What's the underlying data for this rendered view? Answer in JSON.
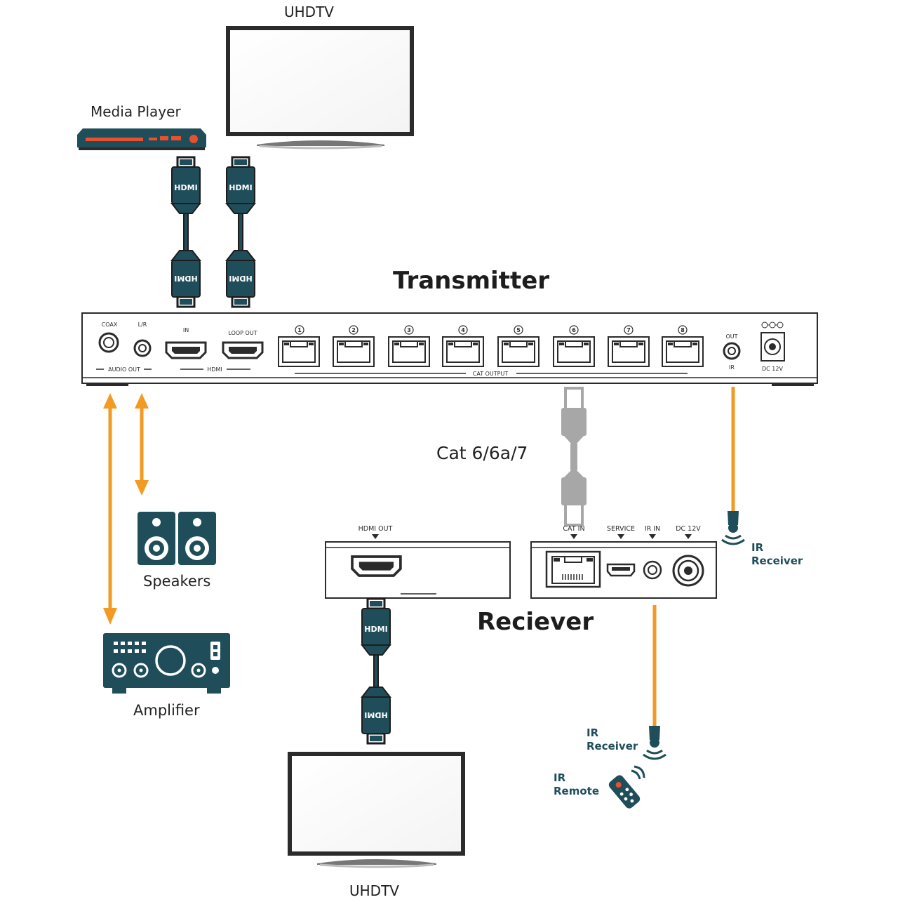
{
  "labels": {
    "tv_top": "UHDTV",
    "tv_bottom": "UHDTV",
    "media_player": "Media Player",
    "transmitter": "Transmitter",
    "receiver": "Reciever",
    "cat_cable": "Cat 6/6a/7",
    "speakers": "Speakers",
    "amplifier": "Amplifier",
    "ir_receiver_tx": [
      "IR",
      "Receiver"
    ],
    "ir_receiver_rx": [
      "IR",
      "Receiver"
    ],
    "ir_remote": [
      "IR",
      "Remote"
    ]
  },
  "cable_labels": {
    "hdmi": "HDMI"
  },
  "transmitter_panel": {
    "coax": "COAX",
    "lr": "L/R",
    "audio_out": "AUDIO OUT",
    "hdmi_in": "IN",
    "hdmi_loop_out": "LOOP OUT",
    "hdmi": "HDMI",
    "cat_output": "CAT OUTPUT",
    "ports": [
      "1",
      "2",
      "3",
      "4",
      "5",
      "6",
      "7",
      "8"
    ],
    "ir_out": "OUT",
    "ir": "IR",
    "dc": "DC 12V"
  },
  "receiver_panel": {
    "hdmi_out": "HDMI OUT",
    "cat_in": "CAT IN",
    "service": "SERVICE",
    "ir_in": "IR IN",
    "dc": "DC 12V"
  },
  "colors": {
    "teal": "#1f4e5a",
    "orange": "#f39a25",
    "media_red": "#e8502e",
    "cat_gray": "#a7a7a7",
    "outline": "#2b2b2b"
  },
  "icons": [
    "tv-icon",
    "media-player-icon",
    "hdmi-cable-icon",
    "cat-cable-icon",
    "speaker-icon",
    "amplifier-icon",
    "ir-receiver-icon",
    "ir-remote-icon"
  ]
}
